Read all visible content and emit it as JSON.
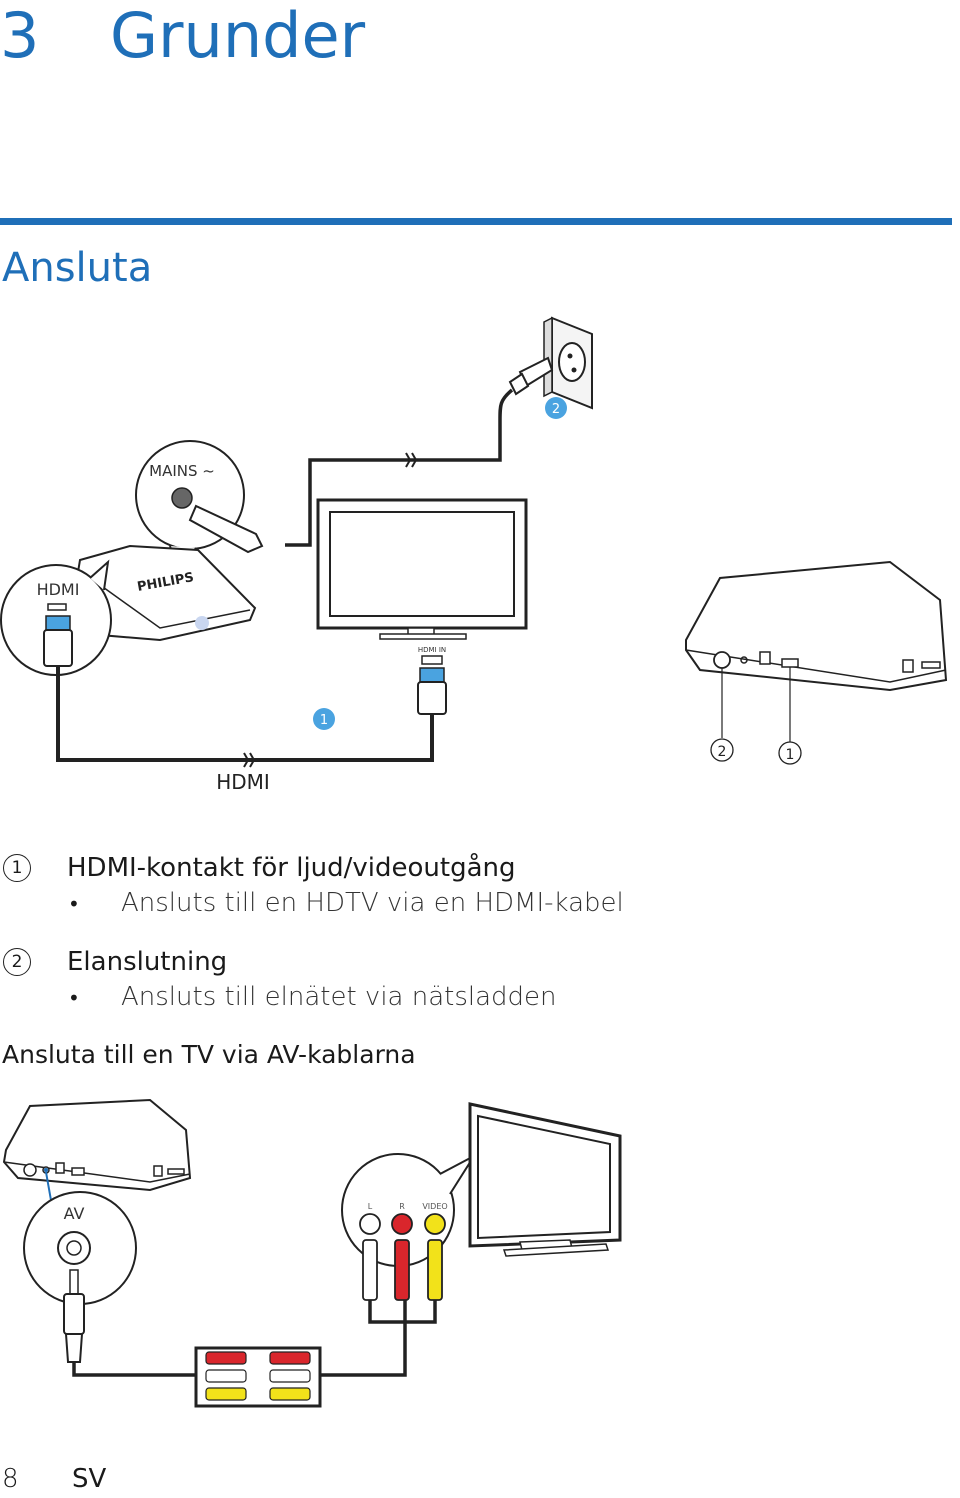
{
  "header": {
    "chapter_number": "3",
    "chapter_title": "Grunder"
  },
  "section_title": "Ansluta",
  "diagram1": {
    "mains_label": "MAINS ~",
    "hdmi_bubble_label": "HDMI",
    "brand": "PHILIPS",
    "hdmi_in_label": "HDMI IN",
    "cable_label": "HDMI",
    "marker_1": "1",
    "marker_2": "2",
    "side_marker_2": "2",
    "side_marker_1": "1"
  },
  "items": [
    {
      "num": "1",
      "title": "HDMI-kontakt för ljud/videoutgång",
      "bullet": "Ansluts till en HDTV via en HDMI-kabel"
    },
    {
      "num": "2",
      "title": "Elanslutning",
      "bullet": "Ansluts till elnätet via nätsladden"
    }
  ],
  "subheading": "Ansluta till en TV via AV-kablarna",
  "diagram2": {
    "av_label": "AV",
    "l_label": "L",
    "r_label": "R",
    "video_label": "VIDEO"
  },
  "footer": {
    "page_number": "8",
    "language": "SV"
  },
  "colors": {
    "accent": "#1f6fb8",
    "red": "#d9262c",
    "yellow": "#f2e21a",
    "marker_blue": "#4aa3e0"
  }
}
